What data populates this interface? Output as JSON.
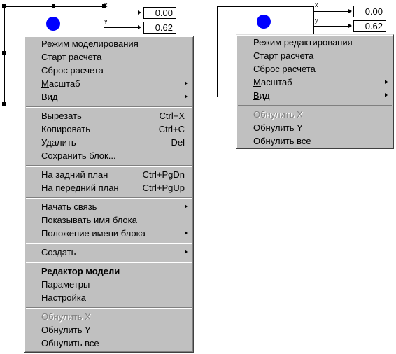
{
  "left_diagram": {
    "port_x_label": "x",
    "port_y_label": "y",
    "display_x_value": "0.00",
    "display_y_value": "0.62"
  },
  "right_diagram": {
    "port_x_label": "x",
    "port_y_label": "y",
    "display_x_value": "0.00",
    "display_y_value": "0.62"
  },
  "left_menu": {
    "mode": "Режим моделирования",
    "start": "Старт расчета",
    "reset": "Сброс расчета",
    "scale_first": "М",
    "scale_rest": "асштаб",
    "view_first": "В",
    "view_rest": "ид",
    "cut": "Вырезать",
    "cut_sc": "Ctrl+X",
    "copy": "Копировать",
    "copy_sc": "Ctrl+C",
    "delete": "Удалить",
    "delete_sc": "Del",
    "save_block": "Сохранить блок...",
    "send_back": "На задний план",
    "send_back_sc": "Ctrl+PgDn",
    "bring_front": "На передний план",
    "bring_front_sc": "Ctrl+PgUp",
    "start_link": "Начать связь",
    "show_name": "Показывать имя блока",
    "name_position": "Положение имени блока",
    "create": "Создать",
    "model_editor": "Редактор модели",
    "params": "Параметры",
    "settings": "Настройка",
    "zero_x": "Обнулить X",
    "zero_y": "Обнулить Y",
    "zero_all": "Обнулить все"
  },
  "right_menu": {
    "mode": "Режим редактирования",
    "start": "Старт расчета",
    "reset": "Сброс расчета",
    "scale_first": "М",
    "scale_rest": "асштаб",
    "view_first": "В",
    "view_rest": "ид",
    "zero_x": "Обнулить X",
    "zero_y": "Обнулить Y",
    "zero_all": "Обнулить все"
  }
}
